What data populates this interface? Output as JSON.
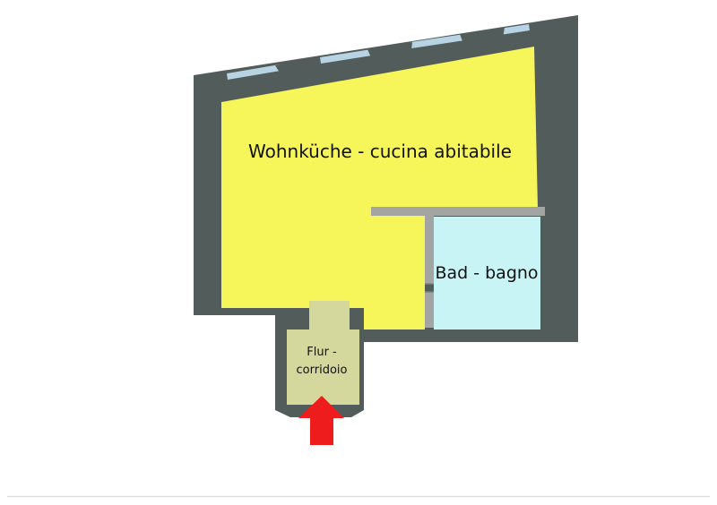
{
  "rooms": {
    "kitchen": {
      "label": "Wohnküche - cucina abitabile"
    },
    "bath": {
      "label": "Bad - bagno"
    },
    "hall": {
      "label_line1": "Flur -",
      "label_line2": "corridoio"
    }
  },
  "colors": {
    "wall": "#525c5a",
    "kitchen_fill": "#f6f65a",
    "bath_fill": "#c8f4f6",
    "hall_fill": "#d4d89c",
    "window_glass": "#b7d3e4",
    "partition": "#a3a5a3",
    "entrance_arrow": "#ee1c1c"
  },
  "icons": {
    "entrance": "arrow-up-icon"
  }
}
